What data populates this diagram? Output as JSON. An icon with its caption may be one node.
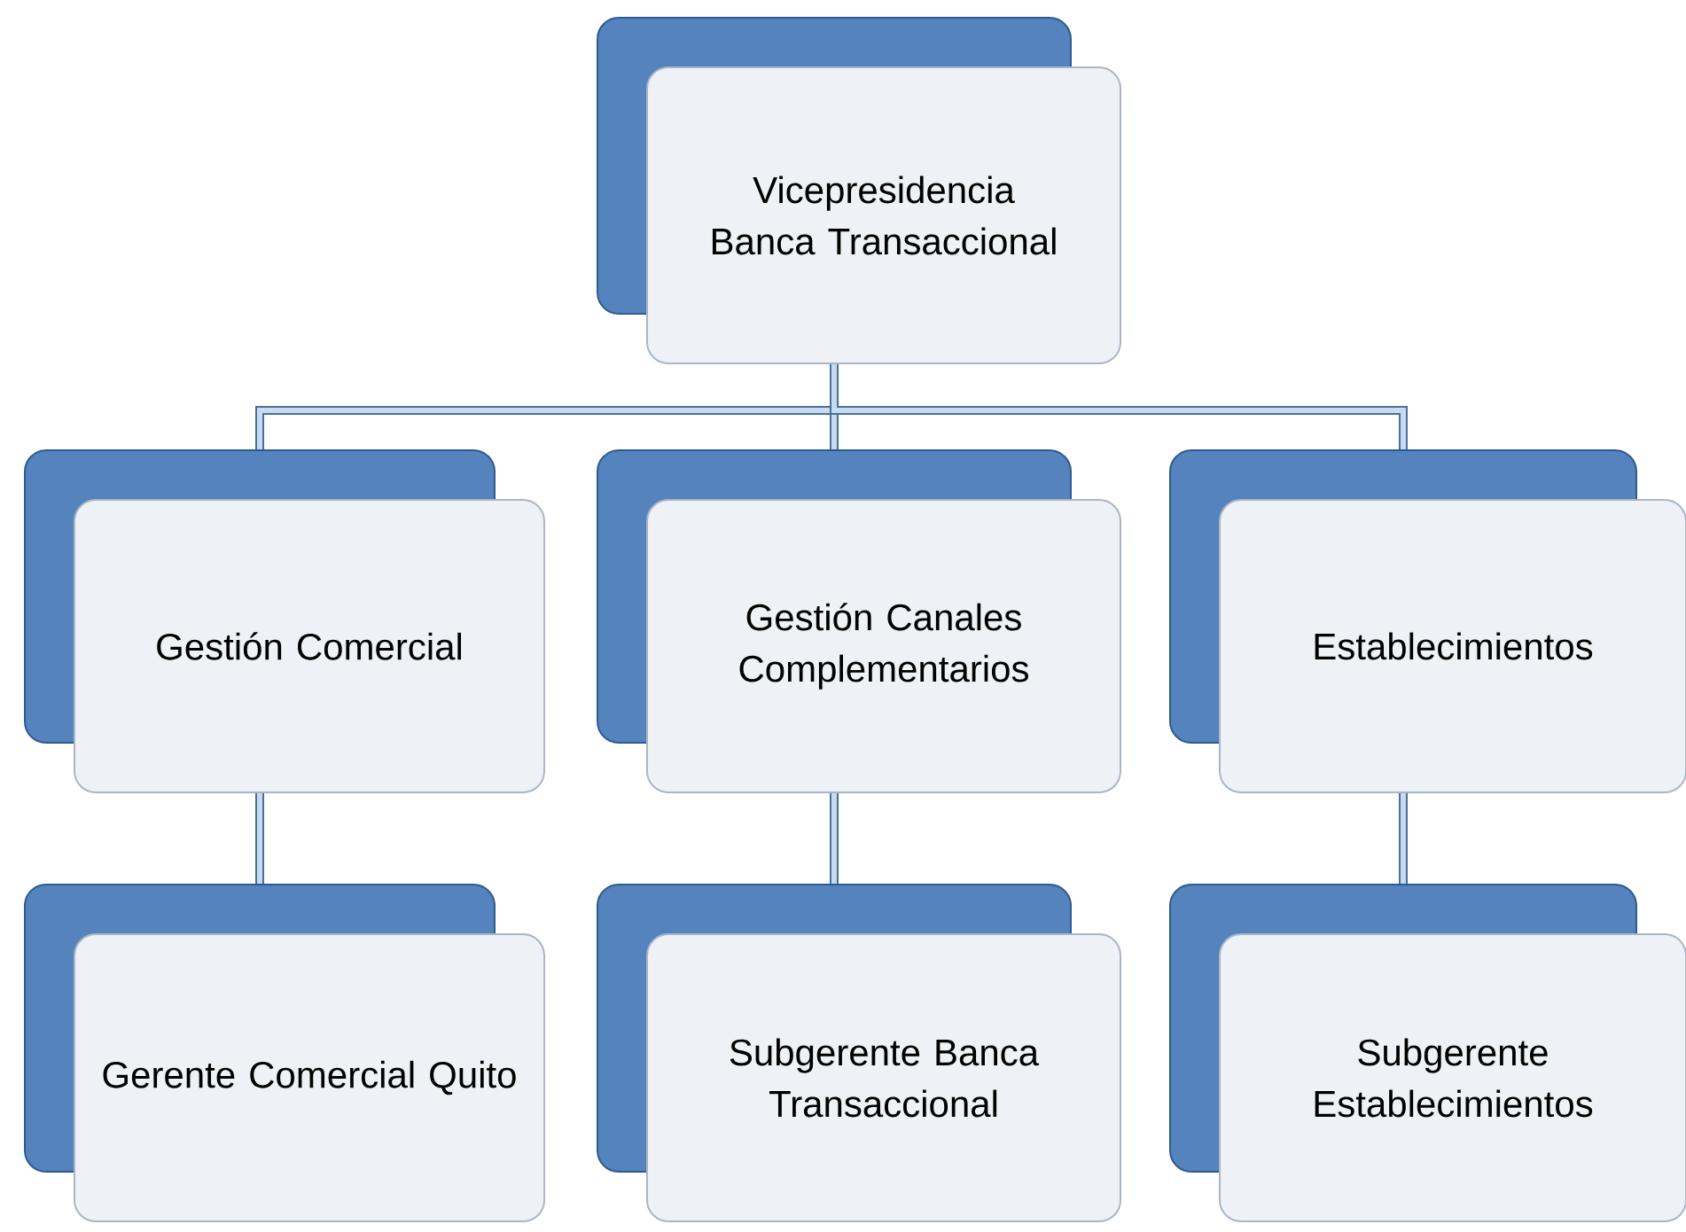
{
  "diagram": {
    "nodes": [
      {
        "text": [
          "Vicepresidencia Banca Transaccional"
        ]
      },
      {
        "text": [
          "Gestión Comercial"
        ]
      },
      {
        "text": [
          "Gestión Canales Complementarios"
        ]
      },
      {
        "text": [
          "Establecimientos"
        ]
      },
      {
        "text": [
          "Gerente Comercial Quito"
        ]
      },
      {
        "text": [
          "Subgerente Banca Transaccional"
        ]
      },
      {
        "text": [
          "Subgerente Establecimientos"
        ]
      }
    ],
    "edges": [
      {
        "from": 0,
        "to": 1,
        "arrow": "none"
      },
      {
        "from": 0,
        "to": 2,
        "arrow": "none"
      },
      {
        "from": 0,
        "to": 3,
        "arrow": "none"
      },
      {
        "from": 1,
        "to": 4,
        "arrow": "none"
      },
      {
        "from": 2,
        "to": 5,
        "arrow": "none"
      },
      {
        "from": 3,
        "to": 6,
        "arrow": "none"
      }
    ]
  }
}
